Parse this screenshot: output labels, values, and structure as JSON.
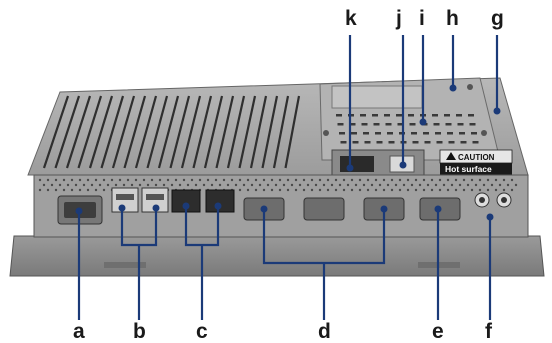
{
  "callouts": {
    "top": [
      {
        "id": "k",
        "label": "k"
      },
      {
        "id": "j",
        "label": "j"
      },
      {
        "id": "i",
        "label": "i"
      },
      {
        "id": "h",
        "label": "h"
      },
      {
        "id": "g",
        "label": "g"
      }
    ],
    "bottom": [
      {
        "id": "a",
        "label": "a"
      },
      {
        "id": "b",
        "label": "b"
      },
      {
        "id": "c",
        "label": "c"
      },
      {
        "id": "d",
        "label": "d"
      },
      {
        "id": "e",
        "label": "e"
      },
      {
        "id": "f",
        "label": "f"
      }
    ]
  },
  "caution_label": {
    "title": "CAUTION",
    "subtitle": "Hot surface"
  },
  "colors": {
    "leader": "#1b3a78",
    "chassis": "#8f8f8f",
    "backplate": "#a6a6a6",
    "port_metal": "#6e6e6e"
  }
}
